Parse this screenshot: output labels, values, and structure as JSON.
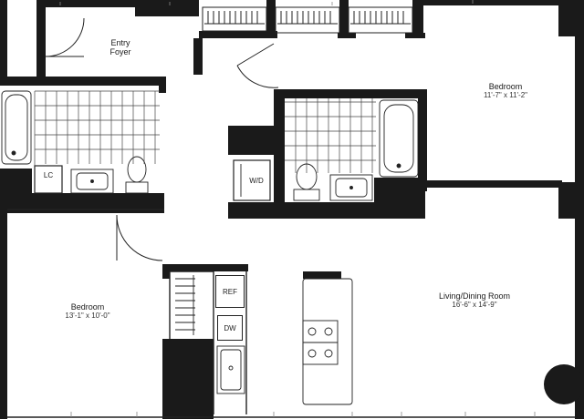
{
  "rooms": {
    "entry": {
      "name_line1": "Entry",
      "name_line2": "Foyer"
    },
    "bedroom_a": {
      "name": "Bedroom",
      "dims": "11'-7\" x 11'-2\""
    },
    "bedroom_b": {
      "name": "Bedroom",
      "dims": "13'-1\" x 10'-0\""
    },
    "living": {
      "name": "Living/Dining Room",
      "dims": "16'-6\" x 14'-9\""
    }
  },
  "fixtures": {
    "linen_closet": "LC",
    "washer_dryer": "W/D",
    "refrigerator": "REF",
    "dishwasher": "DW"
  },
  "colors": {
    "wall": "#1a1a1a",
    "fixture_line": "#222222",
    "background": "#ffffff"
  }
}
